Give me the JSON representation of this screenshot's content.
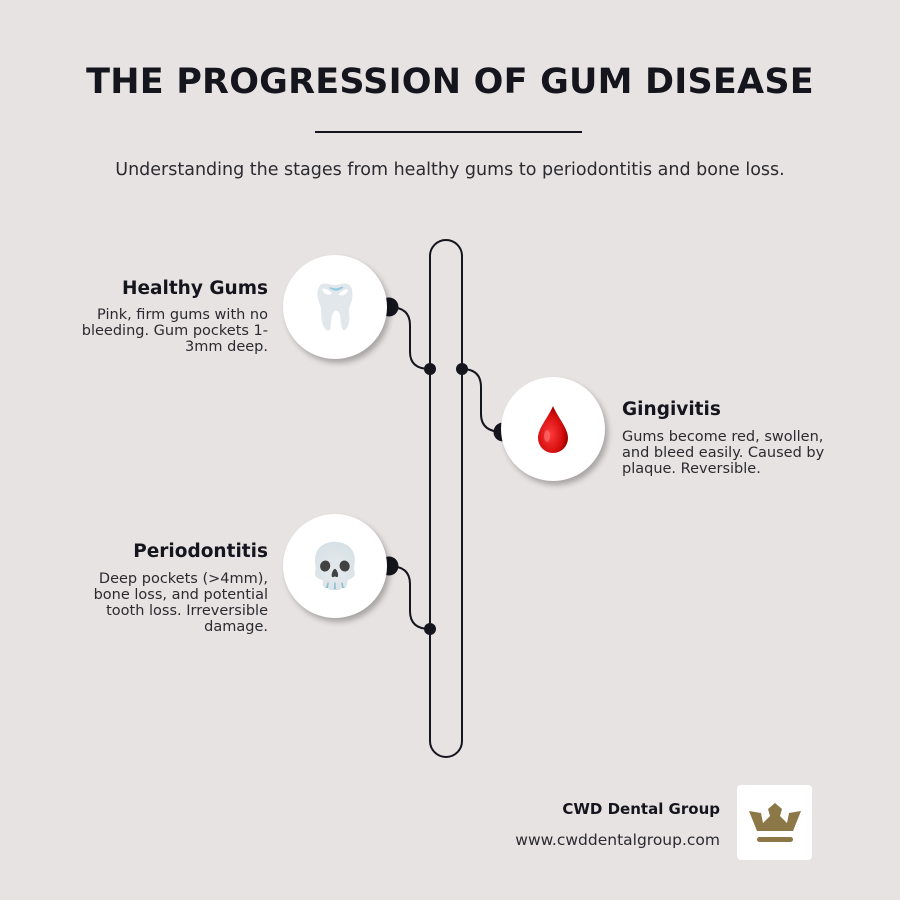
{
  "header": {
    "title": "THE PROGRESSION OF GUM DISEASE",
    "subtitle": "Understanding the stages from healthy gums to periodontitis and bone loss."
  },
  "stages": [
    {
      "title": "Healthy Gums",
      "description": "Pink, firm gums with no bleeding. Gum pockets 1-3mm deep.",
      "icon": "tooth-icon",
      "glyph": "🦷",
      "side": "left"
    },
    {
      "title": "Gingivitis",
      "description": "Gums become red, swollen, and bleed easily. Caused by plaque. Reversible.",
      "icon": "blood-drop-icon",
      "glyph": "🩸",
      "side": "right"
    },
    {
      "title": "Periodontitis",
      "description": "Deep pockets (>4mm), bone loss, and potential tooth loss. Irreversible damage.",
      "icon": "skull-icon",
      "glyph": "💀",
      "side": "left"
    }
  ],
  "footer": {
    "brand_name": "CWD Dental Group",
    "url": "www.cwddentalgroup.com",
    "logo_icon": "crown-icon"
  },
  "colors": {
    "background": "#e7e3e2",
    "ink": "#15151d",
    "logo_gold": "#8c7746",
    "drop_red": "#d40d0d"
  }
}
